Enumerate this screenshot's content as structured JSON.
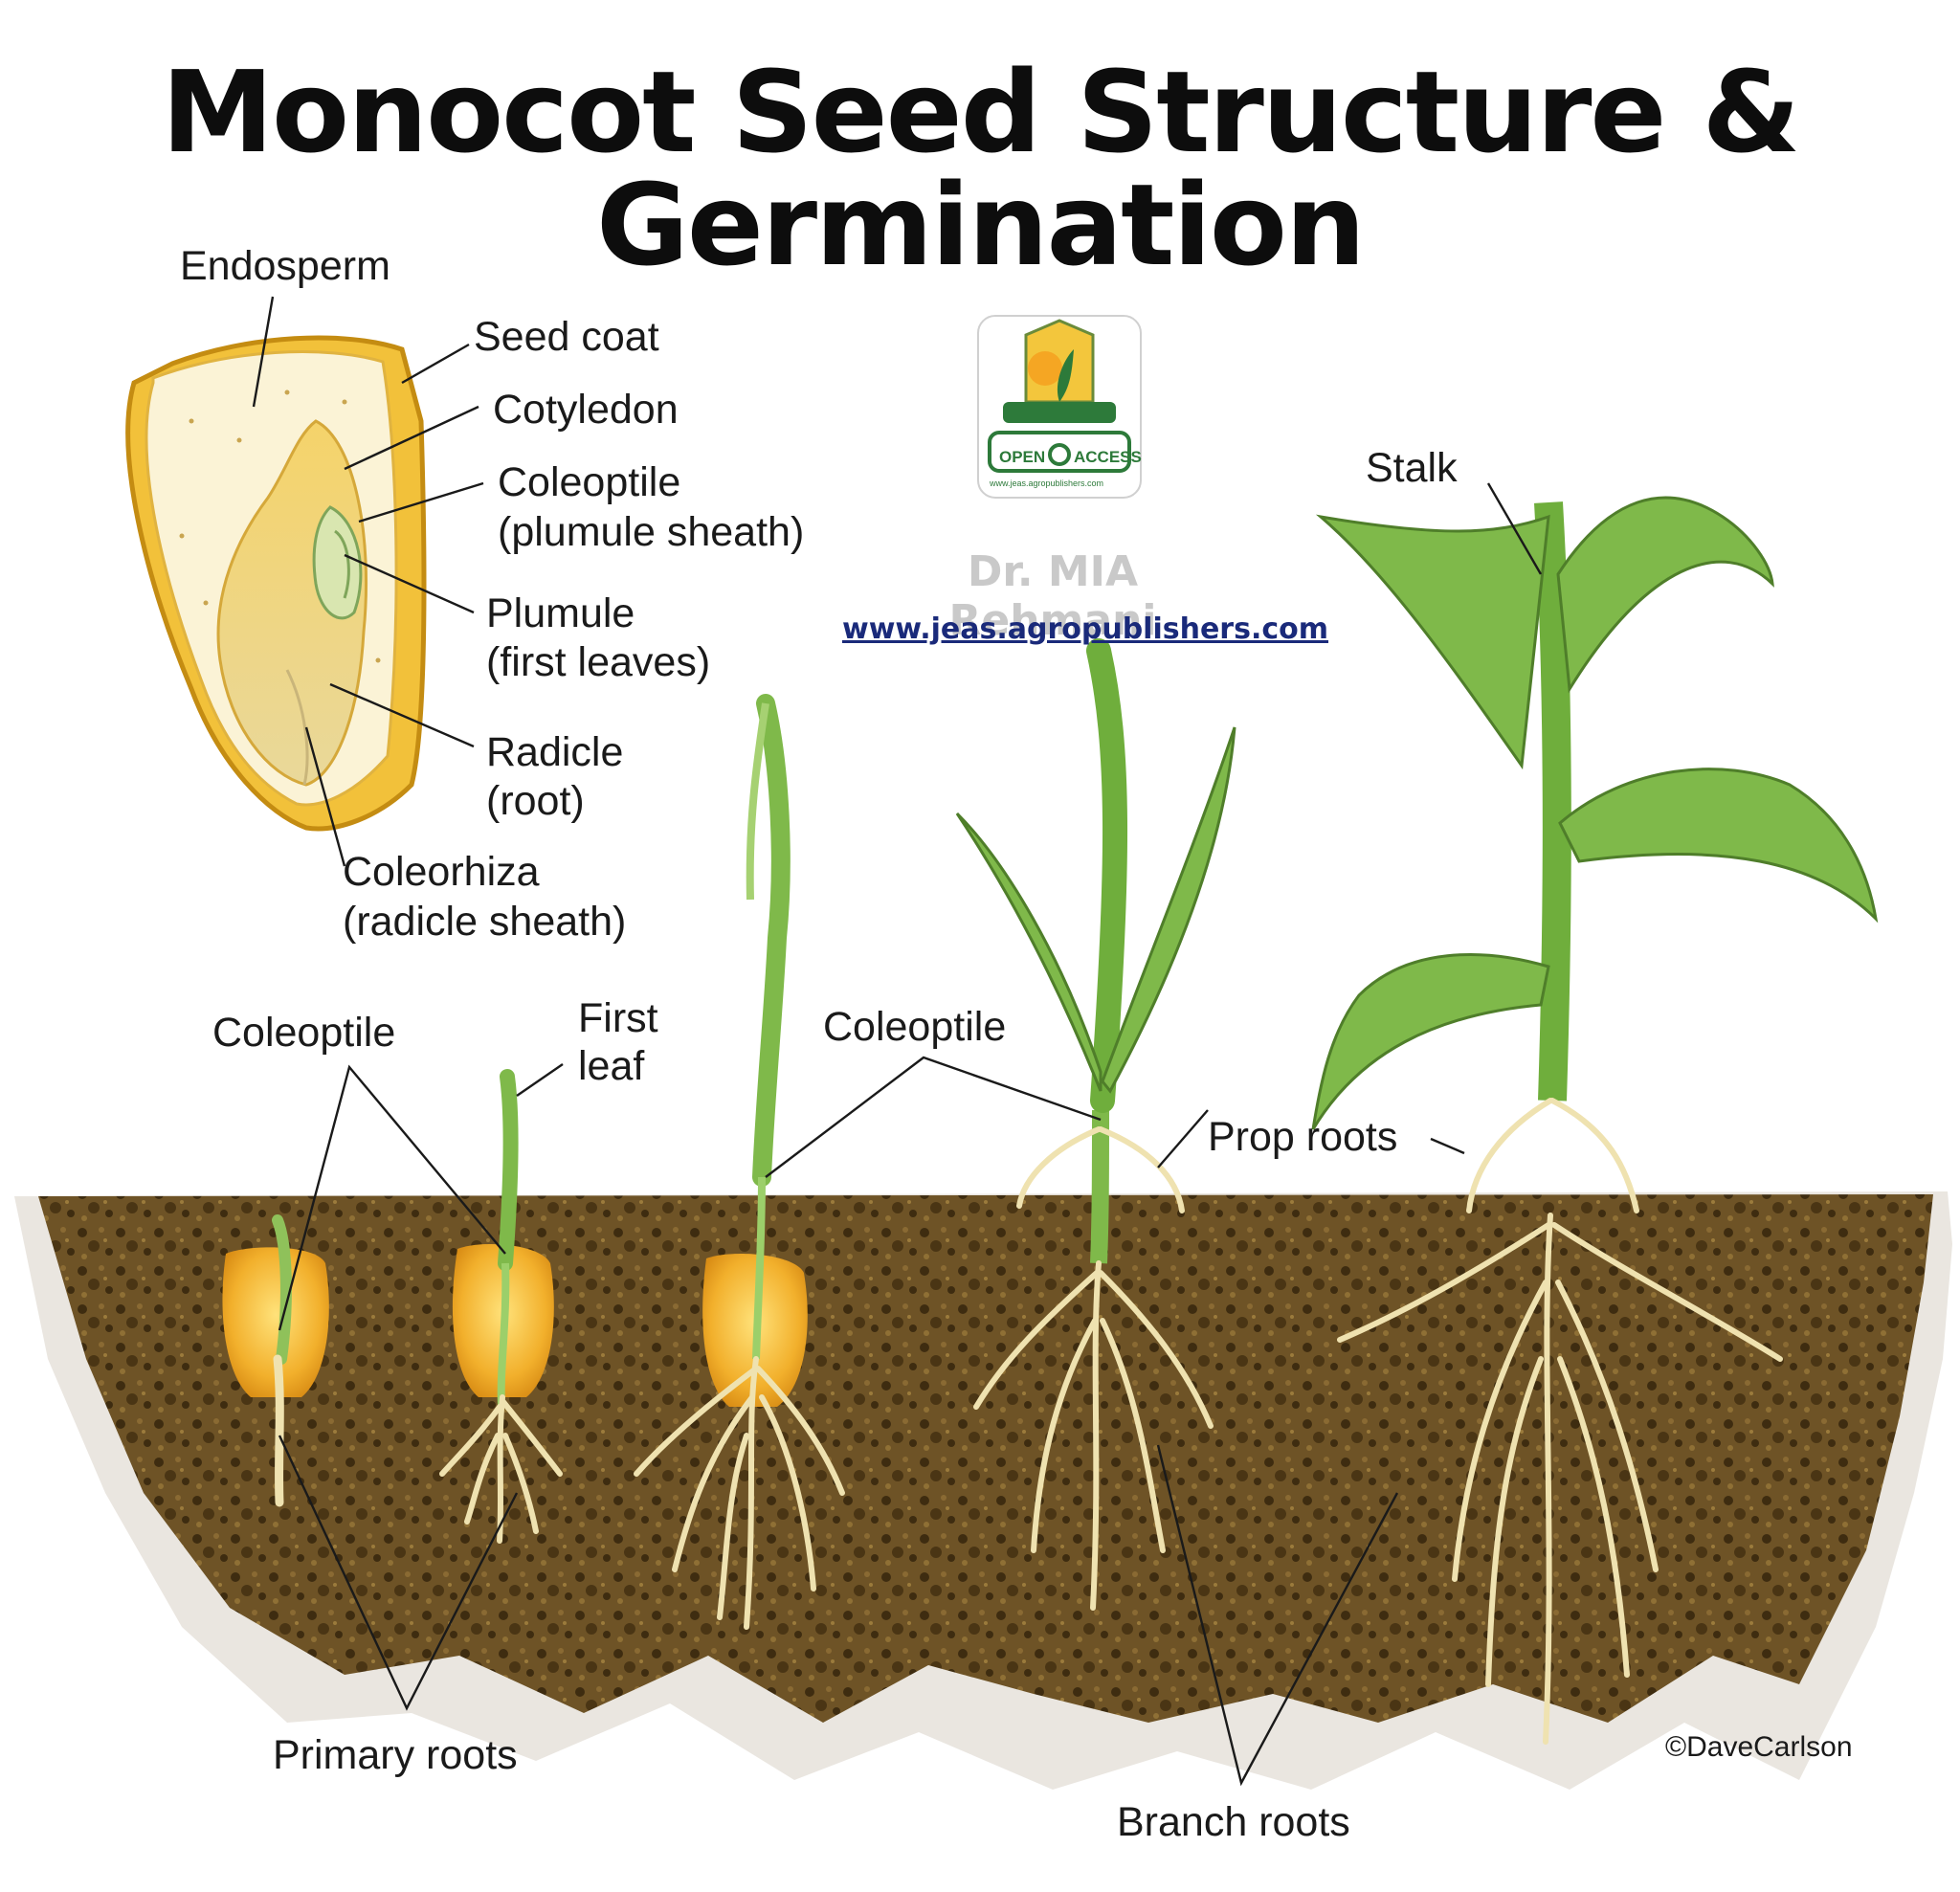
{
  "title": "Monocot Seed Structure & Germination",
  "seed_labels": {
    "endosperm": "Endosperm",
    "seed_coat": "Seed coat",
    "cotyledon": "Cotyledon",
    "coleoptile_1": "Coleoptile",
    "coleoptile_2": "(plumule sheath)",
    "plumule_1": "Plumule",
    "plumule_2": "(first leaves)",
    "radicle_1": "Radicle",
    "radicle_2": "(root)",
    "coleorhiza_1": "Coleorhiza",
    "coleorhiza_2": "(radicle sheath)"
  },
  "stage_labels": {
    "coleoptile_left": "Coleoptile",
    "first_leaf_1": "First",
    "first_leaf_2": "leaf",
    "coleoptile_mid": "Coleoptile",
    "stalk": "Stalk",
    "prop_roots": "Prop roots",
    "primary_roots": "Primary roots",
    "branch_roots": "Branch roots"
  },
  "credits": {
    "copyright": "©DaveCarlson",
    "author": "Dr. MIA Rehmani",
    "website": "www.jeas.agropublishers.com"
  },
  "logo": {
    "open_text": "OPEN",
    "access_text": "ACCESS",
    "url_text": "www.jeas.agropublishers.com",
    "icon": "open-access-lock-icon"
  },
  "colors": {
    "soil": "#6b5124",
    "soil_dark": "#3e2c10",
    "seed": "#f3b632",
    "stem": "#7fb94a",
    "root": "#efe2b0"
  }
}
